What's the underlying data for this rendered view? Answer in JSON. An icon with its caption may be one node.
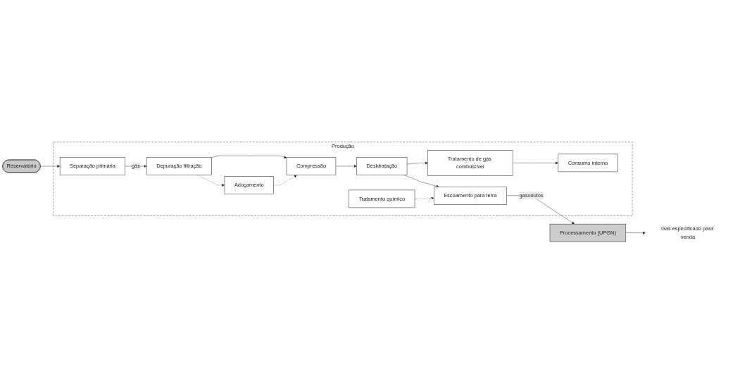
{
  "diagram": {
    "nodes": [
      {
        "text": [
          "Produção"
        ]
      },
      {
        "text": [
          "Separação primária"
        ],
        "in": 0
      },
      {
        "text": [
          "Depuração filtração"
        ],
        "in": 0
      },
      {
        "text": [
          "Adoçamento"
        ],
        "in": 0
      },
      {
        "text": [
          "Compressão"
        ],
        "in": 0
      },
      {
        "text": [
          "Desidratação"
        ],
        "in": 0
      },
      {
        "text": [
          "Tratamento químico"
        ],
        "in": 0
      },
      {
        "text": [
          "Tratamento de gás combustível"
        ],
        "in": 0
      },
      {
        "text": [
          "Consumo interno"
        ],
        "in": 0
      },
      {
        "text": [
          "Escoamento para terra"
        ],
        "in": 0
      },
      {
        "text": [
          "Processamento (UPGN)"
        ]
      },
      {
        "text": [
          "Reservatório"
        ]
      },
      {
        "text": [
          "Gás especificado para venda"
        ]
      }
    ],
    "edges": [
      {
        "from": 11,
        "to": 1,
        "arrow": "to"
      },
      {
        "from": 1,
        "to": 2,
        "arrow": "to",
        "label": "gás"
      },
      {
        "from": 2,
        "to": 4,
        "arrow": "to"
      },
      {
        "from": 2,
        "to": 3,
        "arrow": "to",
        "style": "dashed"
      },
      {
        "from": 3,
        "to": 4,
        "arrow": "to",
        "style": "dashed"
      },
      {
        "from": 4,
        "to": 5,
        "arrow": "to"
      },
      {
        "from": 6,
        "to": 9,
        "arrow": "to",
        "style": "dashed"
      },
      {
        "from": 5,
        "to": 7,
        "arrow": "to"
      },
      {
        "from": 5,
        "to": 9,
        "arrow": "to"
      },
      {
        "from": 7,
        "to": 8,
        "arrow": "to"
      },
      {
        "from": 9,
        "to": 10,
        "arrow": "to",
        "label": "gasodutos"
      },
      {
        "from": 10,
        "to": 12,
        "arrow": "to"
      }
    ]
  }
}
